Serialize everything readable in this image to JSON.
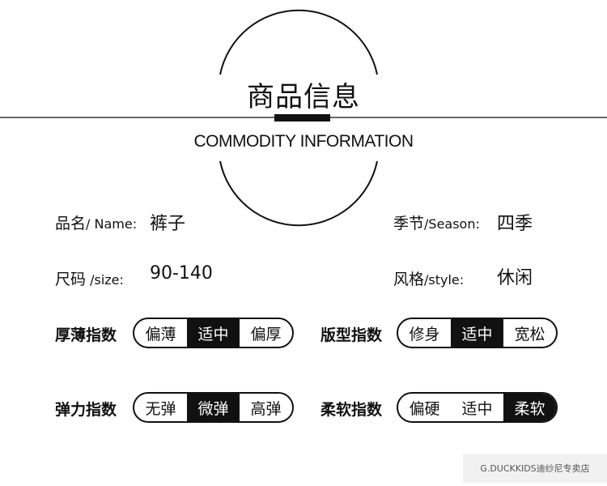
{
  "header": {
    "title_cn": "商品信息",
    "title_en": "COMMODITY INFORMATION"
  },
  "fields": {
    "name": {
      "label_cn": "品名",
      "label_en": "/ Name:",
      "value": "裤子"
    },
    "season": {
      "label_cn": "季节",
      "label_en": "/Season:",
      "value": "四季"
    },
    "size": {
      "label_cn": "尺码",
      "label_en": " /size:",
      "value": "90-140"
    },
    "style": {
      "label_cn": "风格",
      "label_en": "/style:",
      "value": "休闲"
    }
  },
  "indices": {
    "thickness": {
      "label": "厚薄指数",
      "options": [
        "偏薄",
        "适中",
        "偏厚"
      ],
      "selected": 1
    },
    "fit": {
      "label": "版型指数",
      "options": [
        "修身",
        "适中",
        "宽松"
      ],
      "selected": 1
    },
    "elasticity": {
      "label": "弹力指数",
      "options": [
        "无弹",
        "微弹",
        "高弹"
      ],
      "selected": 1
    },
    "softness": {
      "label": "柔软指数",
      "options": [
        "偏硬",
        "适中",
        "柔软"
      ],
      "selected": 2
    }
  },
  "watermark": "G.DUCKKIDS迪纱尼专卖店",
  "colors": {
    "ink": "#111111",
    "selected_bg": "#111111",
    "selected_text": "#ffffff"
  }
}
